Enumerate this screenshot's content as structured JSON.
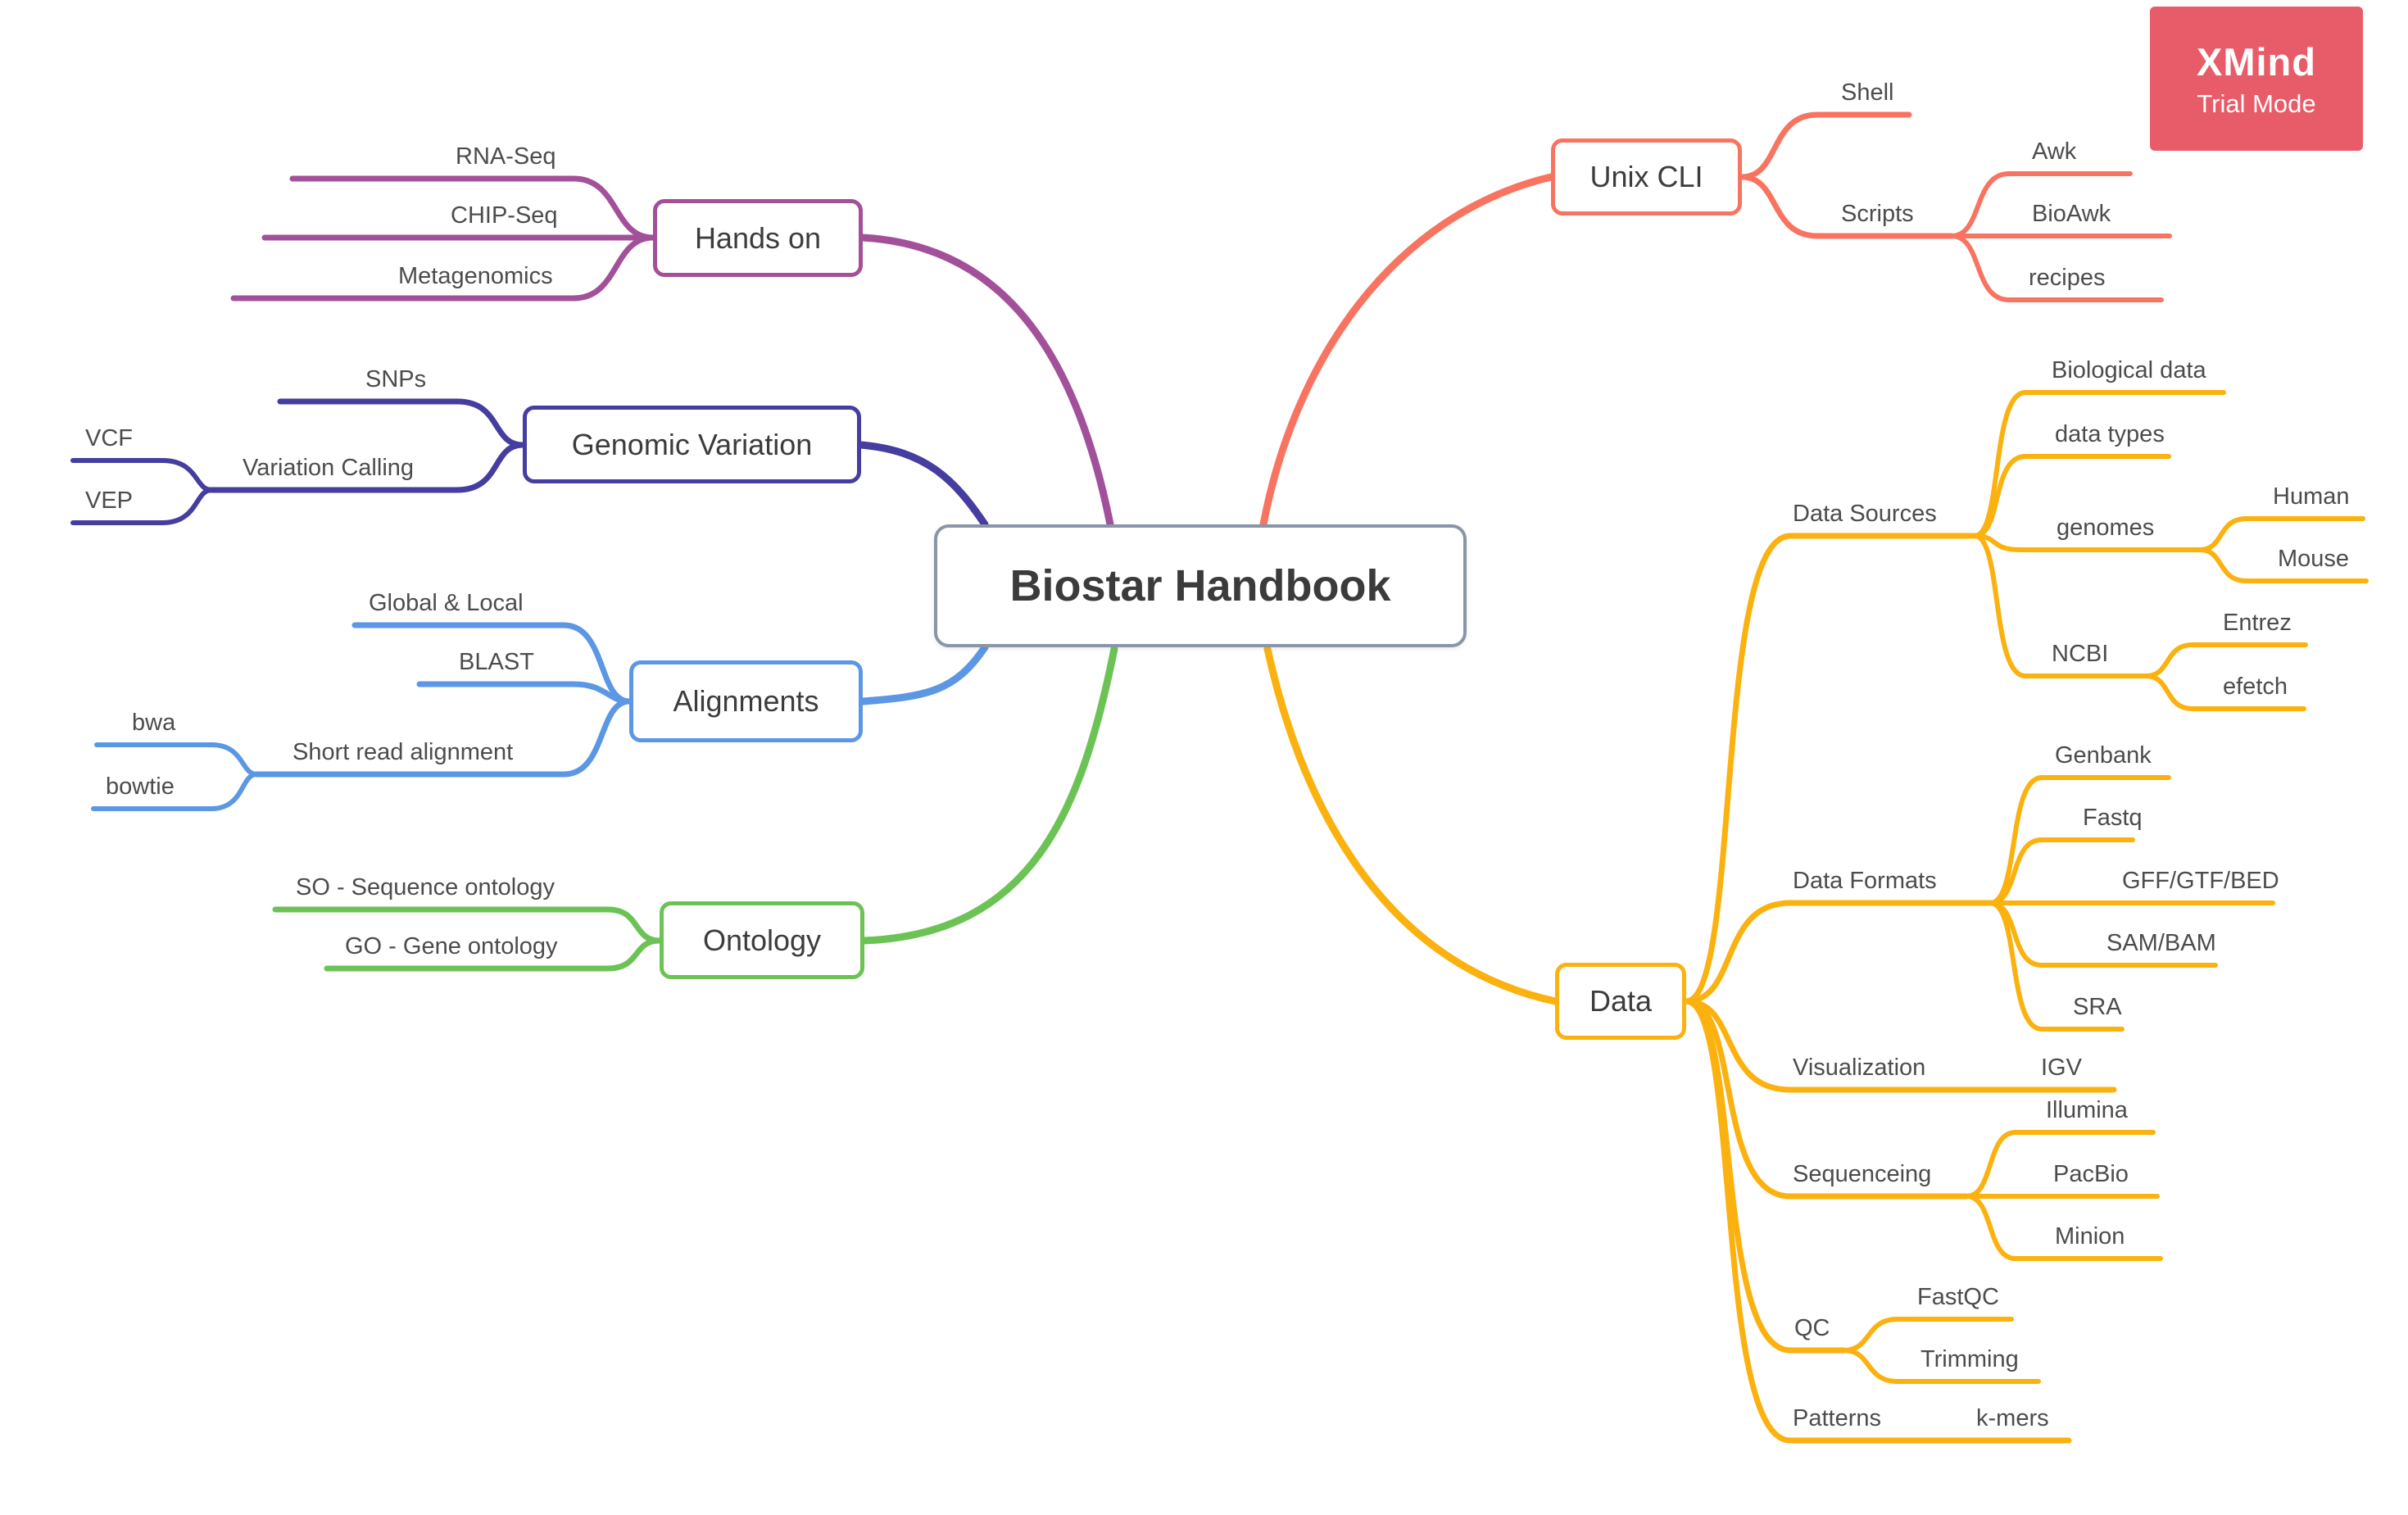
{
  "badge": {
    "title": "XMind",
    "subtitle": "Trial Mode",
    "bg_color": "#e85b68",
    "text_color": "#ffffff"
  },
  "map": {
    "root": {
      "label": "Biostar Handbook",
      "border_color": "#8b95a8",
      "text_color": "#3b3b3b"
    },
    "branches": [
      {
        "label": "Unix CLI",
        "color": "#f87461",
        "children": [
          {
            "label": "Shell",
            "children": []
          },
          {
            "label": "Scripts",
            "children": [
              {
                "label": "Awk"
              },
              {
                "label": "BioAwk"
              },
              {
                "label": "recipes"
              }
            ]
          }
        ]
      },
      {
        "label": "Data",
        "color": "#fbb10e",
        "children": [
          {
            "label": "Data Sources",
            "children": [
              {
                "label": "Biological data"
              },
              {
                "label": "data types"
              },
              {
                "label": "genomes",
                "children": [
                  {
                    "label": "Human"
                  },
                  {
                    "label": "Mouse"
                  }
                ]
              },
              {
                "label": "NCBI",
                "children": [
                  {
                    "label": "Entrez"
                  },
                  {
                    "label": "efetch"
                  }
                ]
              }
            ]
          },
          {
            "label": "Data Formats",
            "children": [
              {
                "label": "Genbank"
              },
              {
                "label": "Fastq"
              },
              {
                "label": "GFF/GTF/BED"
              },
              {
                "label": "SAM/BAM"
              },
              {
                "label": "SRA"
              }
            ]
          },
          {
            "label": "Visualization",
            "children": [
              {
                "label": "IGV"
              }
            ]
          },
          {
            "label": "Sequenceing",
            "children": [
              {
                "label": "Illumina"
              },
              {
                "label": "PacBio"
              },
              {
                "label": "Minion"
              }
            ]
          },
          {
            "label": "QC",
            "children": [
              {
                "label": "FastQC"
              },
              {
                "label": "Trimming"
              }
            ]
          },
          {
            "label": "Patterns",
            "children": [
              {
                "label": "k-mers"
              }
            ]
          }
        ]
      },
      {
        "label": "Hands on",
        "color": "#a3509b",
        "children": [
          {
            "label": "RNA-Seq"
          },
          {
            "label": "CHIP-Seq"
          },
          {
            "label": "Metagenomics"
          }
        ]
      },
      {
        "label": "Genomic Variation",
        "color": "#453da0",
        "children": [
          {
            "label": "SNPs"
          },
          {
            "label": "Variation Calling",
            "children": [
              {
                "label": "VCF"
              },
              {
                "label": "VEP"
              }
            ]
          }
        ]
      },
      {
        "label": "Alignments",
        "color": "#5b97e4",
        "children": [
          {
            "label": "Global & Local"
          },
          {
            "label": "BLAST"
          },
          {
            "label": "Short read alignment",
            "children": [
              {
                "label": "bwa"
              },
              {
                "label": "bowtie"
              }
            ]
          }
        ]
      },
      {
        "label": "Ontology",
        "color": "#6cc355",
        "children": [
          {
            "label": "SO - Sequence ontology"
          },
          {
            "label": "GO - Gene ontology"
          }
        ]
      }
    ]
  }
}
